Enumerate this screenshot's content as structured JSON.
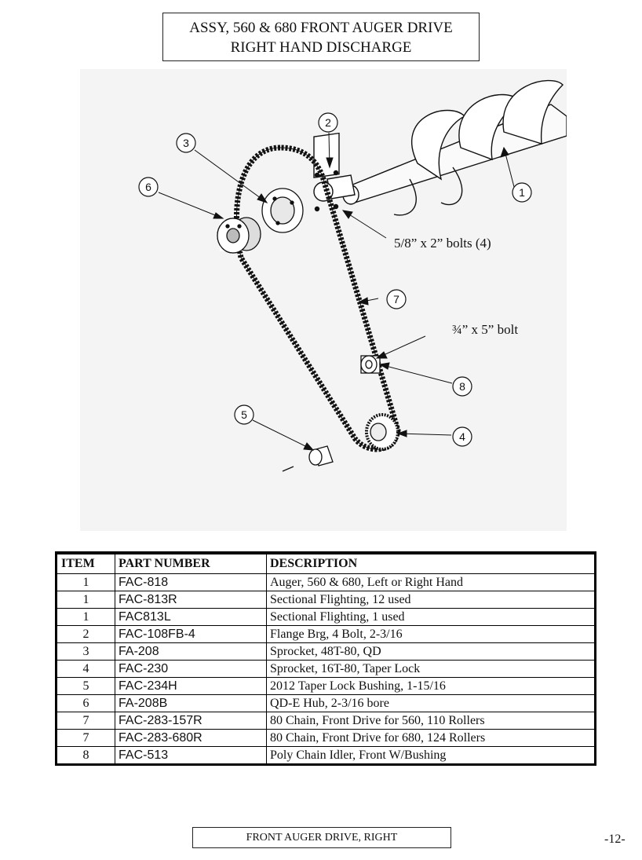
{
  "title": {
    "line1": "ASSY, 560 & 680 FRONT AUGER DRIVE",
    "line2": "RIGHT HAND DISCHARGE"
  },
  "diagram": {
    "callouts": [
      "1",
      "2",
      "3",
      "4",
      "5",
      "6",
      "7",
      "8"
    ],
    "annotations": {
      "bolts_flange": "5/8” x 2” bolts (4)",
      "bolt_idler": "¾” x 5” bolt"
    }
  },
  "table": {
    "headers": [
      "ITEM",
      "PART NUMBER",
      "DESCRIPTION"
    ],
    "rows": [
      [
        "1",
        "FAC-818",
        "Auger, 560 & 680, Left or Right Hand"
      ],
      [
        "1",
        "FAC-813R",
        "Sectional Flighting, 12 used"
      ],
      [
        "1",
        "FAC813L",
        "Sectional Flighting, 1 used"
      ],
      [
        "2",
        "FAC-108FB-4",
        "Flange Brg, 4 Bolt, 2-3/16"
      ],
      [
        "3",
        "FA-208",
        "Sprocket, 48T-80, QD"
      ],
      [
        "4",
        "FAC-230",
        "Sprocket, 16T-80, Taper Lock"
      ],
      [
        "5",
        "FAC-234H",
        "2012 Taper Lock Bushing, 1-15/16"
      ],
      [
        "6",
        "FA-208B",
        "QD-E Hub, 2-3/16 bore"
      ],
      [
        "7",
        "FAC-283-157R",
        "80 Chain, Front Drive for 560, 110 Rollers"
      ],
      [
        "7",
        "FAC-283-680R",
        "80 Chain, Front Drive for 680, 124 Rollers"
      ],
      [
        "8",
        "FAC-513",
        "Poly Chain Idler, Front W/Bushing"
      ]
    ]
  },
  "footer": {
    "label": "FRONT AUGER DRIVE, RIGHT",
    "page": "-12-"
  }
}
